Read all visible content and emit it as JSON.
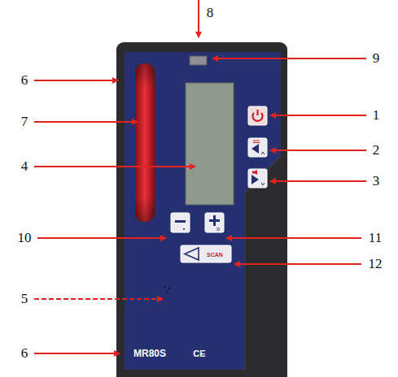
{
  "diagram": {
    "labels": [
      "8",
      "6",
      "9",
      "1",
      "7",
      "2",
      "4",
      "3",
      "10",
      "11",
      "12",
      "5",
      "6",
      "MR80S",
      "CE",
      "SCAN"
    ]
  }
}
